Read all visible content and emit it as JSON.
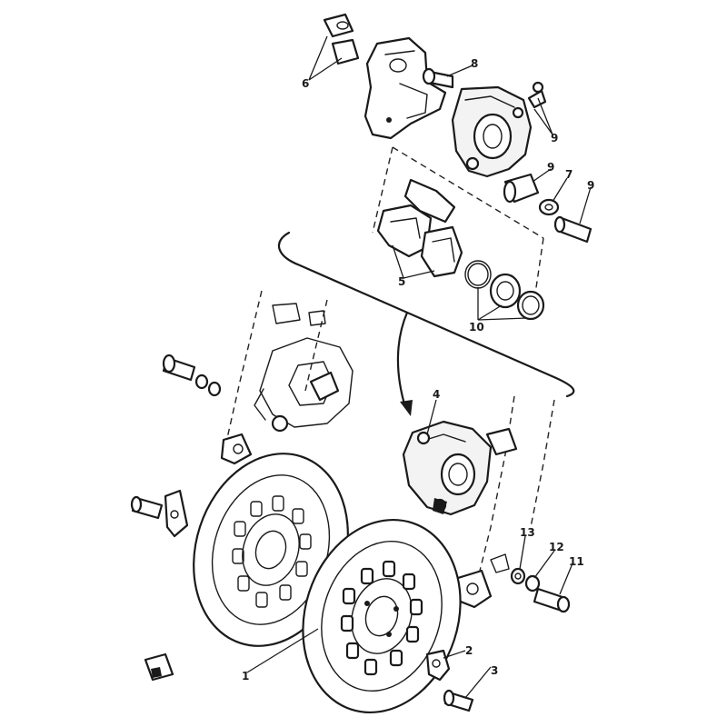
{
  "callouts": {
    "c1": "1",
    "c2": "2",
    "c3": "3",
    "c4": "4",
    "c5": "5",
    "c6": "6",
    "c7": "7",
    "c8": "8",
    "c9a": "9",
    "c9b": "9",
    "c10": "10",
    "c11": "11",
    "c12": "12",
    "c13": "13",
    "c9c": "9"
  }
}
